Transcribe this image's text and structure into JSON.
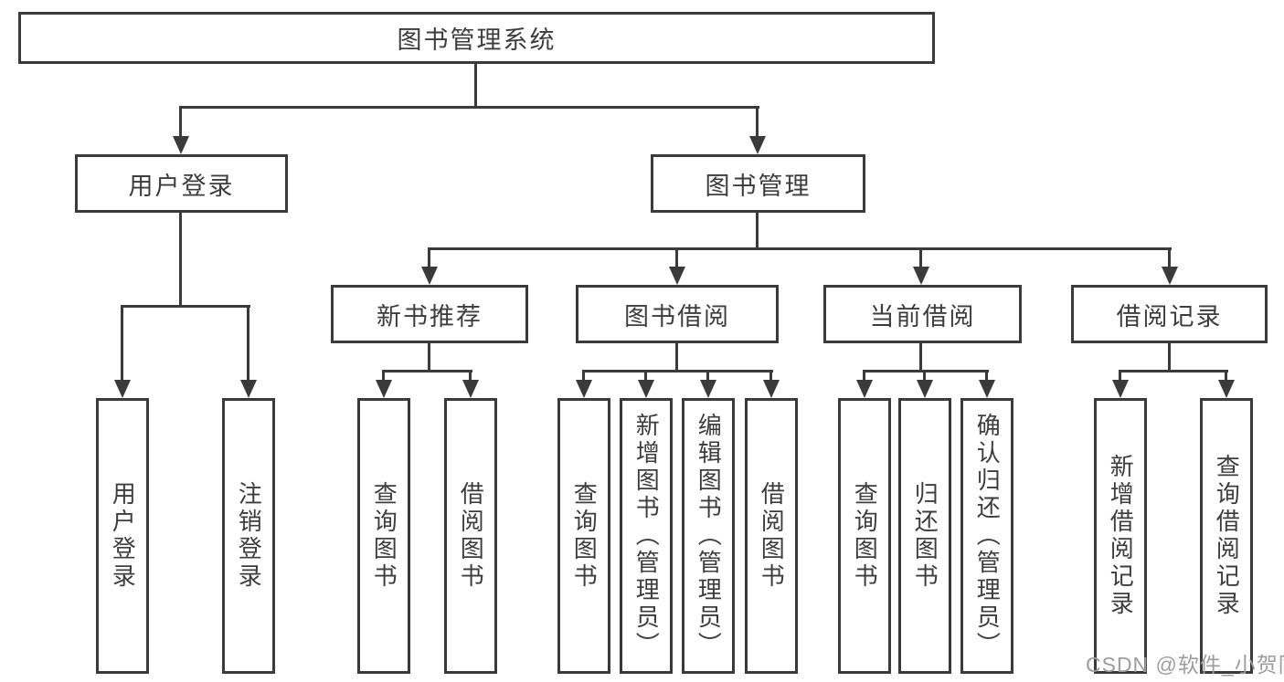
{
  "colors": {
    "line": "#3a3a3a",
    "text": "#3d3d3d",
    "watermark": "#9d9d9d",
    "background": "#ffffff"
  },
  "tree": {
    "root": {
      "label": "图书管理系统",
      "children": [
        {
          "label": "用户登录",
          "children": [
            {
              "label": "用户登录"
            },
            {
              "label": "注销登录"
            }
          ]
        },
        {
          "label": "图书管理",
          "children": [
            {
              "label": "新书推荐",
              "children": [
                {
                  "label": "查询图书"
                },
                {
                  "label": "借阅图书"
                }
              ]
            },
            {
              "label": "图书借阅",
              "children": [
                {
                  "label": "查询图书"
                },
                {
                  "label": "新增图书（管理员）"
                },
                {
                  "label": "编辑图书（管理员）"
                },
                {
                  "label": "借阅图书"
                }
              ]
            },
            {
              "label": "当前借阅",
              "children": [
                {
                  "label": "查询图书"
                },
                {
                  "label": "归还图书"
                },
                {
                  "label": "确认归还（管理员）"
                }
              ]
            },
            {
              "label": "借阅记录",
              "children": [
                {
                  "label": "新增借阅记录"
                },
                {
                  "label": "查询借阅记录"
                }
              ]
            }
          ]
        }
      ]
    }
  },
  "watermark": {
    "text": "CSDN @软件_小贺同学"
  }
}
